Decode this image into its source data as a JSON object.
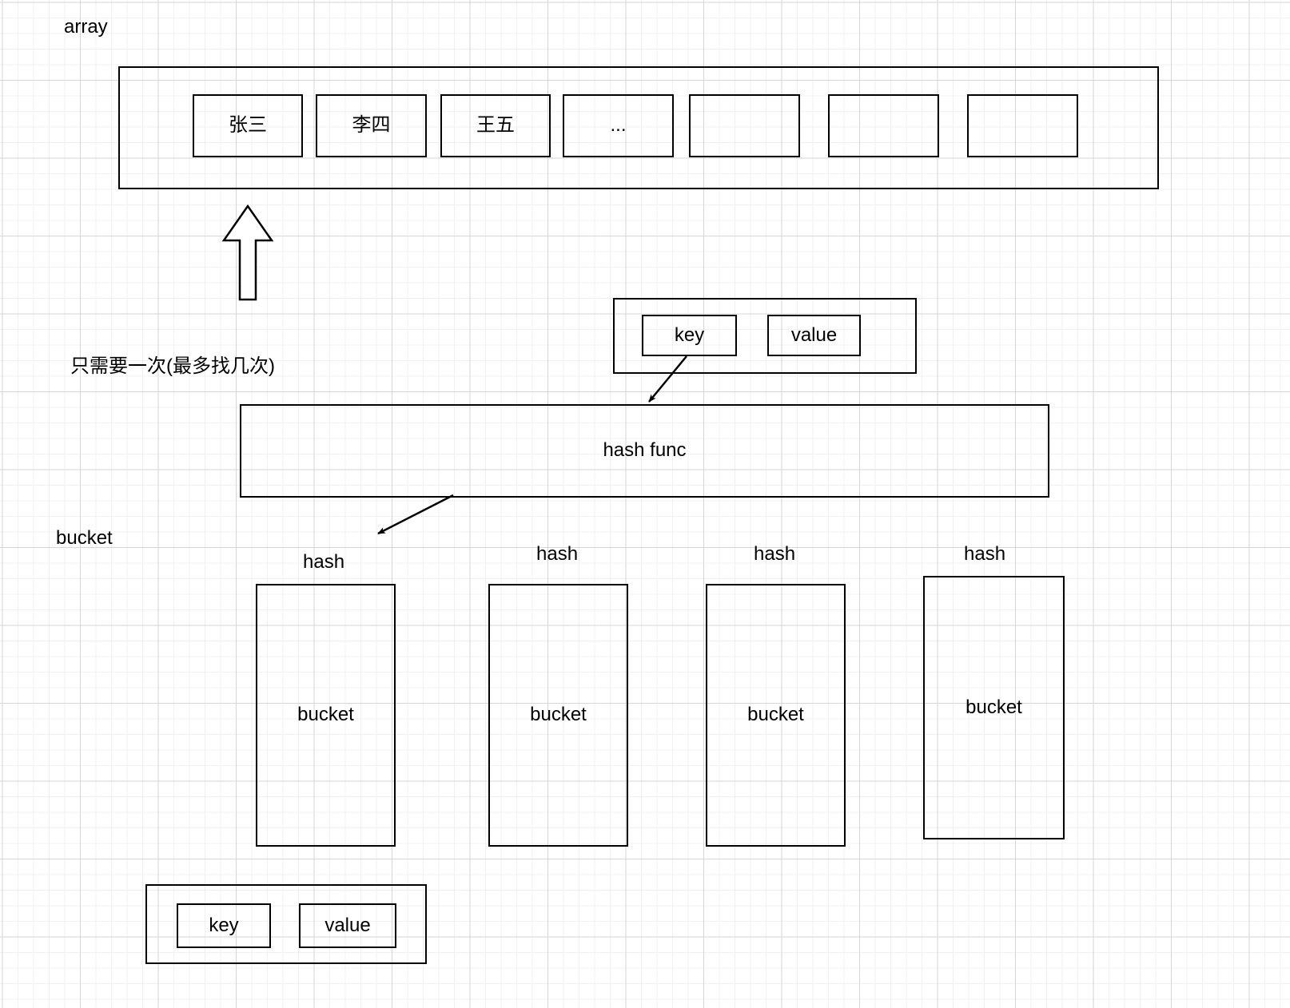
{
  "labels": {
    "array": "array",
    "note_only_once": "只需要一次(最多找几次)",
    "bucket_side": "bucket"
  },
  "array_section": {
    "title": "array",
    "cells": [
      {
        "text": "张三"
      },
      {
        "text": "李四"
      },
      {
        "text": "王五"
      },
      {
        "text": "..."
      },
      {
        "text": ""
      },
      {
        "text": ""
      },
      {
        "text": ""
      }
    ]
  },
  "kv_top": {
    "key_label": "key",
    "value_label": "value"
  },
  "hash_func": {
    "label": "hash func"
  },
  "buckets": [
    {
      "hash_label": "hash",
      "bucket_label": "bucket"
    },
    {
      "hash_label": "hash",
      "bucket_label": "bucket"
    },
    {
      "hash_label": "hash",
      "bucket_label": "bucket"
    },
    {
      "hash_label": "hash",
      "bucket_label": "bucket"
    }
  ],
  "kv_bottom": {
    "key_label": "key",
    "value_label": "value"
  },
  "colors": {
    "stroke": "#000000",
    "background": "#ffffff",
    "grid_minor": "#f0f0f0",
    "grid_major": "#d6d6d6"
  }
}
